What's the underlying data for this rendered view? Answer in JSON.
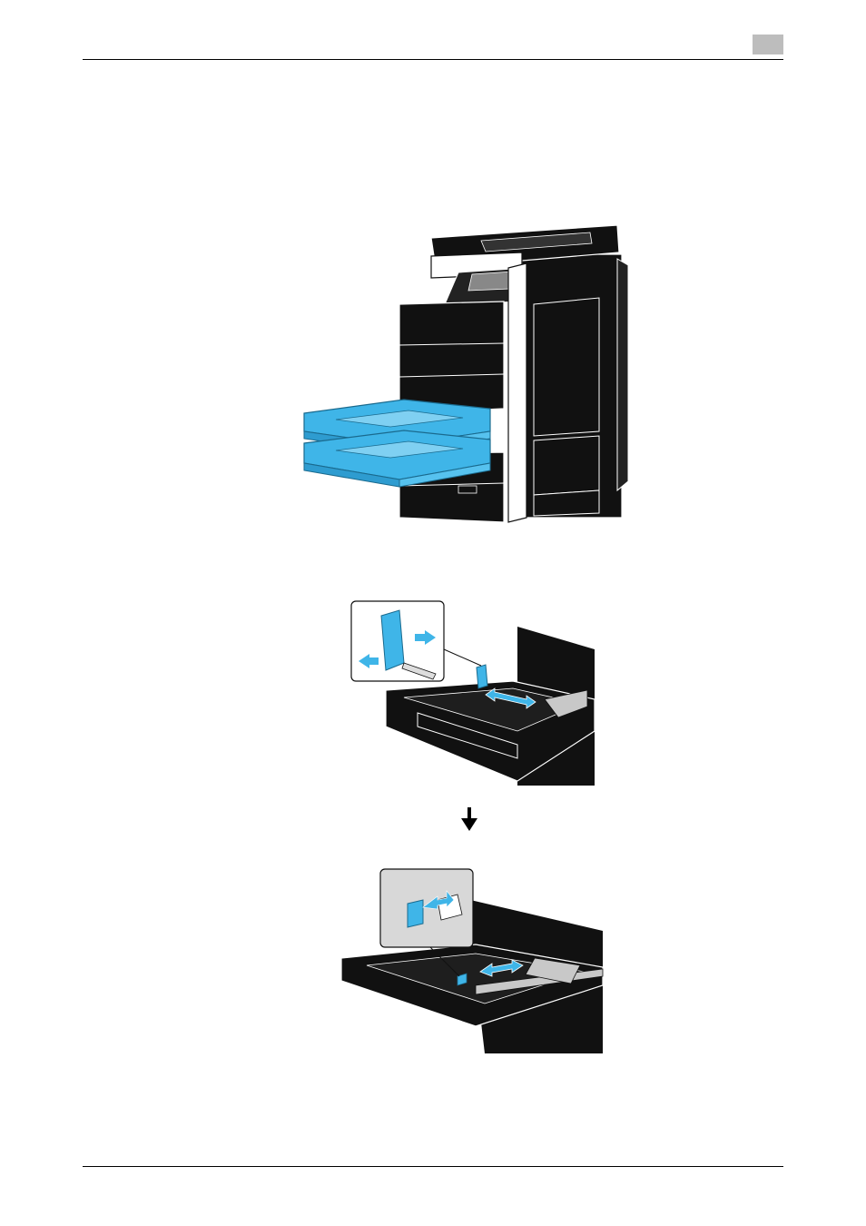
{
  "page": {
    "header_tab_color": "#bdbdbd",
    "accent_color": "#3fb5e8"
  },
  "figures": [
    {
      "name": "copier-with-trays-pulled-out",
      "icon": "copier-illustration"
    },
    {
      "name": "tray-length-guide-pinch",
      "icon": "paper-tray-illustration"
    },
    {
      "name": "tray-side-guide-adjust",
      "icon": "paper-tray-illustration"
    }
  ]
}
